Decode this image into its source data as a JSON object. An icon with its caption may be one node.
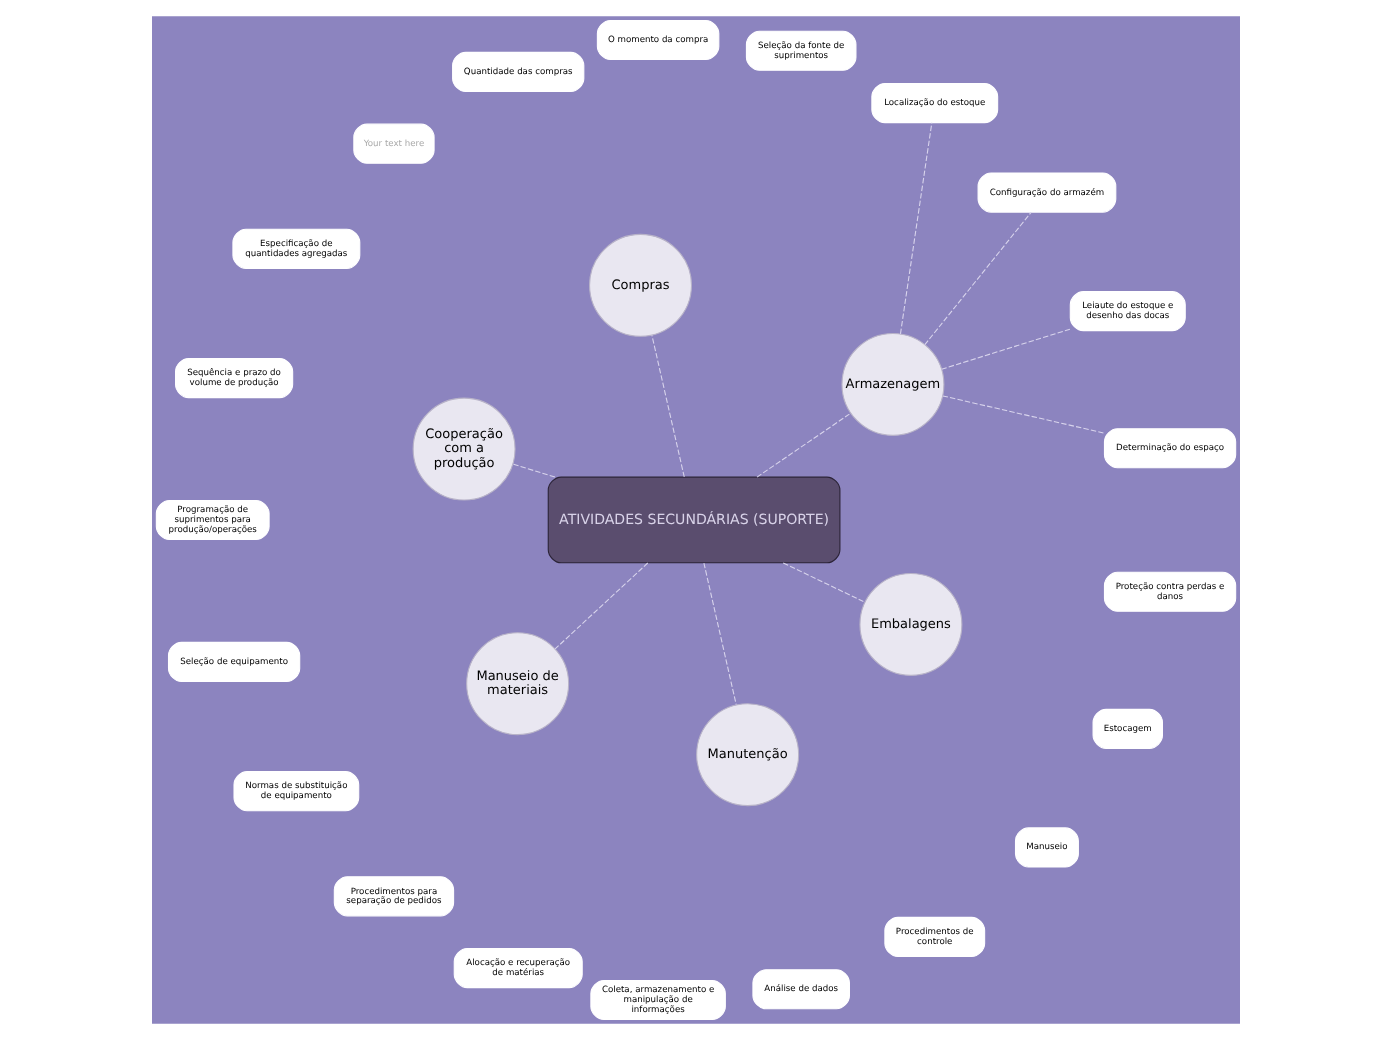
{
  "diagram": {
    "nodes": [
      {
        "text": [
          "ATIVIDADES SECUNDÁRIAS (SUPORTE)"
        ]
      },
      {
        "text": [
          "Armazenagem"
        ]
      },
      {
        "text": [
          "Determinação do espaço"
        ]
      },
      {
        "text": [
          "Leiaute do estoque e desenho das docas"
        ]
      },
      {
        "text": [
          "Configuração do armazém"
        ]
      },
      {
        "text": [
          "Localização do estoque"
        ]
      },
      {
        "text": [
          "Compras"
        ]
      },
      {
        "text": [
          "Seleção da fonte de suprimentos"
        ]
      },
      {
        "text": [
          "O momento da compra"
        ]
      },
      {
        "text": [
          "Quantidade das compras"
        ]
      },
      {
        "text": [
          "Your text here"
        ]
      },
      {
        "text": [
          "Cooperação com a produção"
        ]
      },
      {
        "text": [
          "Especificação de quantidades agregadas"
        ]
      },
      {
        "text": [
          "Sequência e prazo do volume de produção"
        ]
      },
      {
        "text": [
          "Programação de suprimentos para produção/operações"
        ]
      },
      {
        "text": [
          "Manuseio de materiais"
        ]
      },
      {
        "text": [
          "Seleção de equipamento"
        ]
      },
      {
        "text": [
          "Normas de substituição de equipamento"
        ]
      },
      {
        "text": [
          "Procedimentos para separação de pedidos"
        ]
      },
      {
        "text": [
          "Alocação e recuperação de matérias"
        ]
      },
      {
        "text": [
          "Manutenção"
        ]
      },
      {
        "text": [
          "Coleta, armazenamento e manipulação de informações"
        ]
      },
      {
        "text": [
          "Análise de dados"
        ]
      },
      {
        "text": [
          "Procedimentos de controle"
        ]
      },
      {
        "text": [
          "Embalagens"
        ]
      },
      {
        "text": [
          "Manuseio"
        ]
      },
      {
        "text": [
          "Estocagem"
        ]
      },
      {
        "text": [
          "Proteção contra perdas e danos"
        ]
      }
    ],
    "edges": [
      {
        "from": 0,
        "to": 1,
        "arrow": "none"
      },
      {
        "from": 0,
        "to": 6,
        "arrow": "none"
      },
      {
        "from": 0,
        "to": 11,
        "arrow": "none"
      },
      {
        "from": 0,
        "to": 15,
        "arrow": "none"
      },
      {
        "from": 0,
        "to": 20,
        "arrow": "none"
      },
      {
        "from": 0,
        "to": 24,
        "arrow": "none"
      },
      {
        "from": 1,
        "to": 2,
        "arrow": "none"
      },
      {
        "from": 1,
        "to": 3,
        "arrow": "none"
      },
      {
        "from": 1,
        "to": 4,
        "arrow": "none"
      },
      {
        "from": 1,
        "to": 5,
        "arrow": "none"
      }
    ]
  }
}
